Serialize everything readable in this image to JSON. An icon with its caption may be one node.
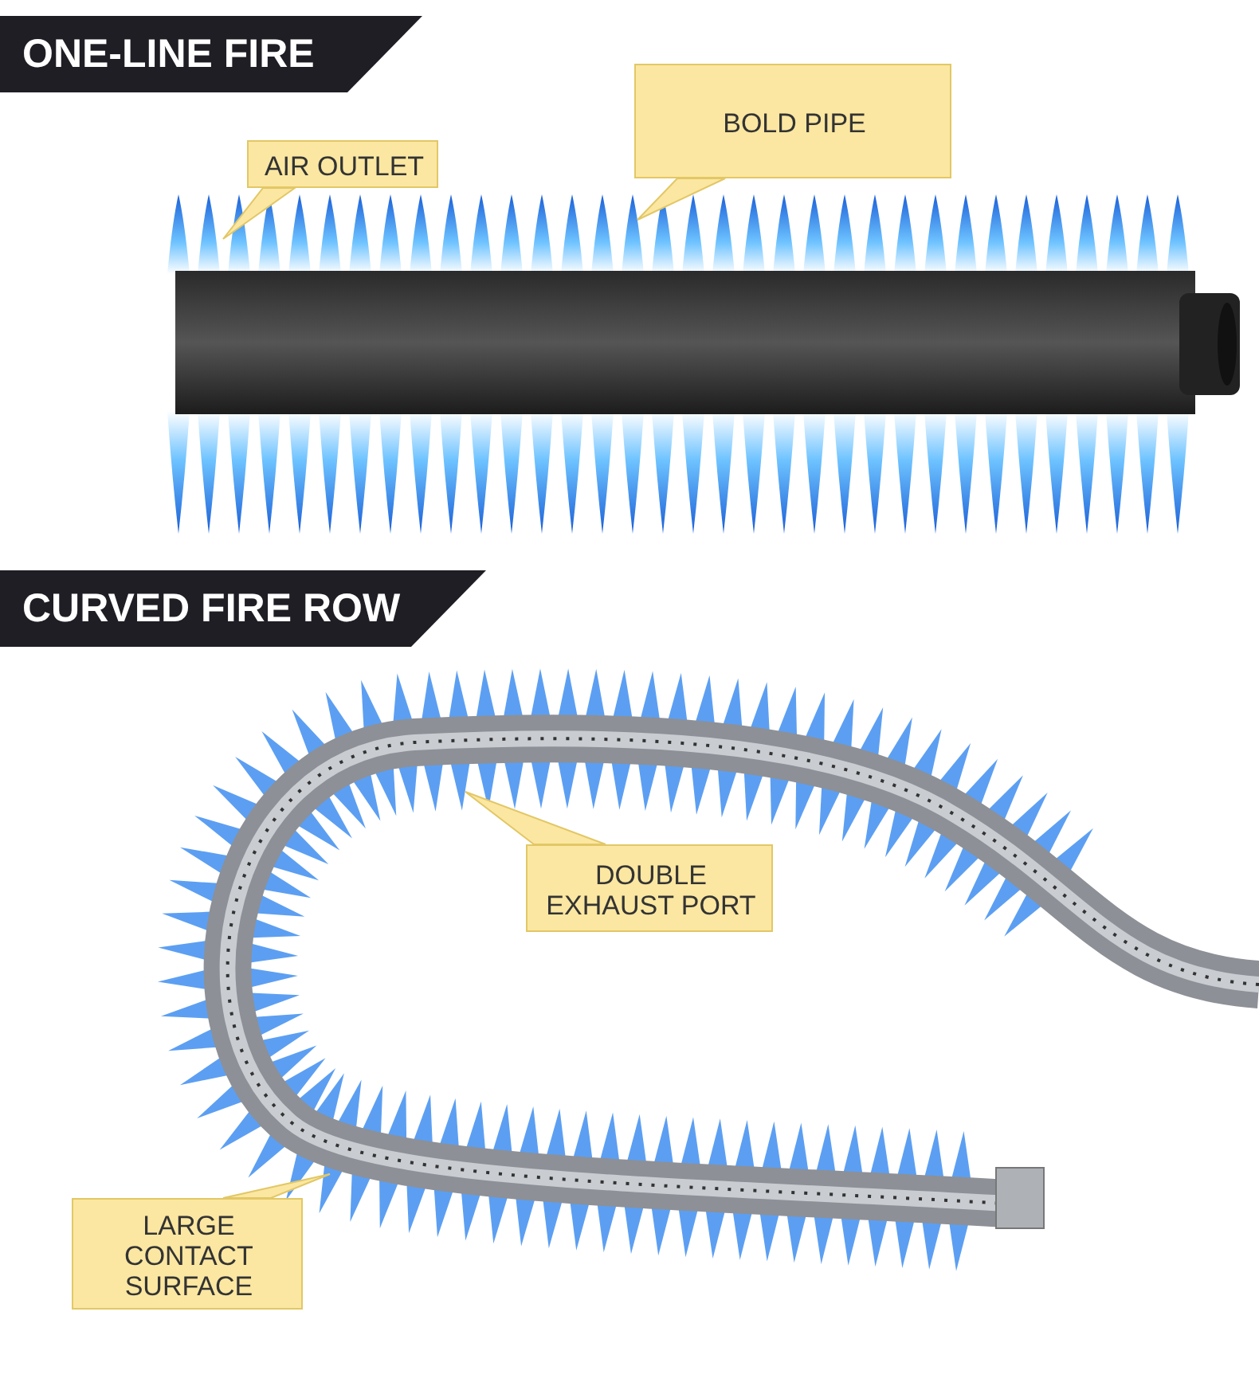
{
  "diagram": {
    "nodes": [
      {
        "text": [
          "ONE-LINE FIRE"
        ]
      },
      {
        "text": [
          "AIR OUTLET"
        ]
      },
      {
        "text": [
          "BOLD PIPE"
        ]
      },
      {
        "text": [
          "CURVED FIRE ROW"
        ]
      },
      {
        "text": [
          "DOUBLE EXHAUST PORT"
        ]
      },
      {
        "text": [
          "LARGE CONTACT SURFACE"
        ]
      }
    ]
  }
}
